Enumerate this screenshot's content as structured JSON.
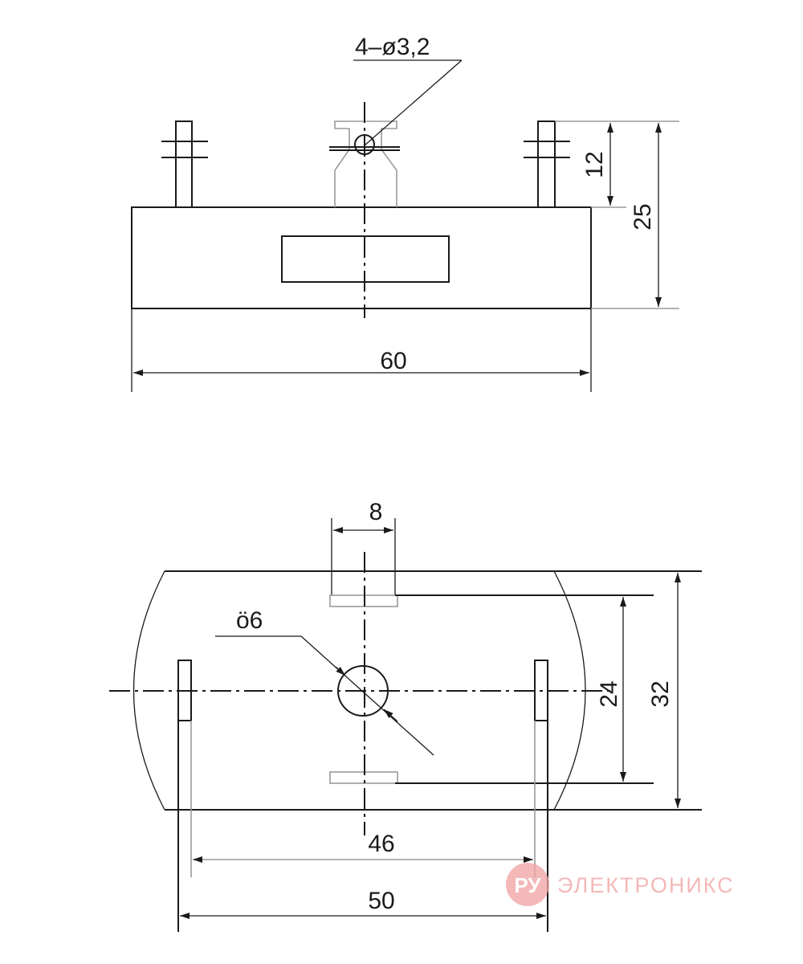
{
  "top_view": {
    "hole_callout": "4–ø3,2",
    "dim_overall_width": "60",
    "dim_pin_height": "12",
    "dim_total_height": "25"
  },
  "bottom_view": {
    "dim_tab_width": "8",
    "dim_hole_diameter": "ö6",
    "dim_inner_height": "24",
    "dim_outer_height": "32",
    "dim_pin_spacing_inner": "46",
    "dim_pin_spacing_outer": "50"
  },
  "watermark": {
    "logo_text": "РУ",
    "brand_text": "ЭЛЕКТРОНИКС",
    "color": "#f1a1a1"
  }
}
